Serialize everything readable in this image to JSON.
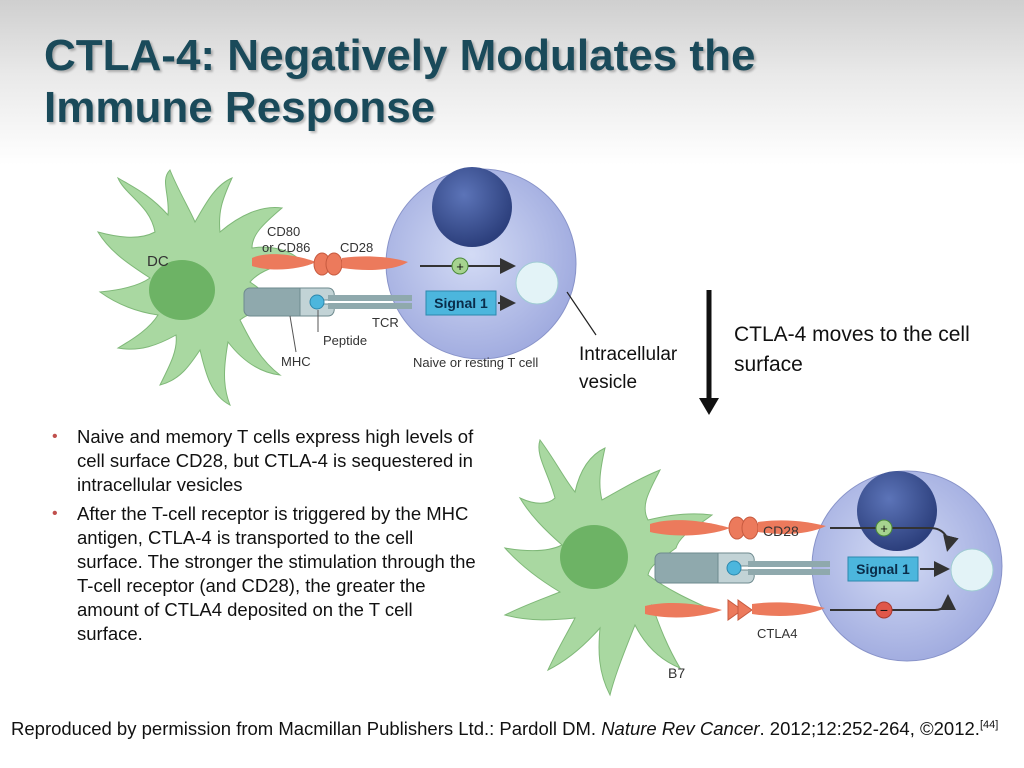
{
  "title": {
    "line1": "CTLA-4: Negatively Modulates the",
    "line2": "Immune Response"
  },
  "diagram_top": {
    "dc_label": "DC",
    "cd80_line1": "CD80",
    "cd80_line2": "or CD86",
    "cd28_label": "CD28",
    "signal_label": "Signal 1",
    "tcr_label": "TCR",
    "peptide_label": "Peptide",
    "mhc_label": "MHC",
    "tcell_label": "Naive or resting T cell",
    "plus_symbol": "+"
  },
  "vesicle_label": "Intracellular vesicle",
  "side_note": "CTLA-4 moves to the cell surface",
  "diagram_bottom": {
    "cd28_label": "CD28",
    "signal_label": "Signal 1",
    "ctla4_label": "CTLA4",
    "b7_label": "B7",
    "plus_symbol": "+",
    "minus_symbol": "−"
  },
  "bullets": [
    "Naive and memory T cells express high levels of cell surface CD28, but CTLA-4 is sequestered in intracellular vesicles",
    "After the T-cell receptor is triggered by the MHC antigen, CTLA-4 is transported to the cell surface. The stronger the stimulation through the T-cell receptor (and CD28), the greater the amount of CTLA4 deposited on the T cell surface."
  ],
  "bullet_marker": "•",
  "citation": {
    "prefix": "Reproduced by permission from Macmillan Publishers Ltd.: Pardoll DM. ",
    "journal": "Nature Rev Cancer",
    "suffix": ". 2012;12:252-264, ©2012.",
    "ref": "[44]"
  },
  "colors": {
    "title": "#1a4a5a",
    "dc_green": "#a9d8a1",
    "tcell_lavender": "#b9c3ea",
    "nucleus_blue": "#3c5294",
    "cd28_salmon": "#ec7a5c",
    "tcr_gray": "#8fa9ad",
    "signal_blue": "#4cb6dd",
    "bullet_red": "#c0504d"
  }
}
